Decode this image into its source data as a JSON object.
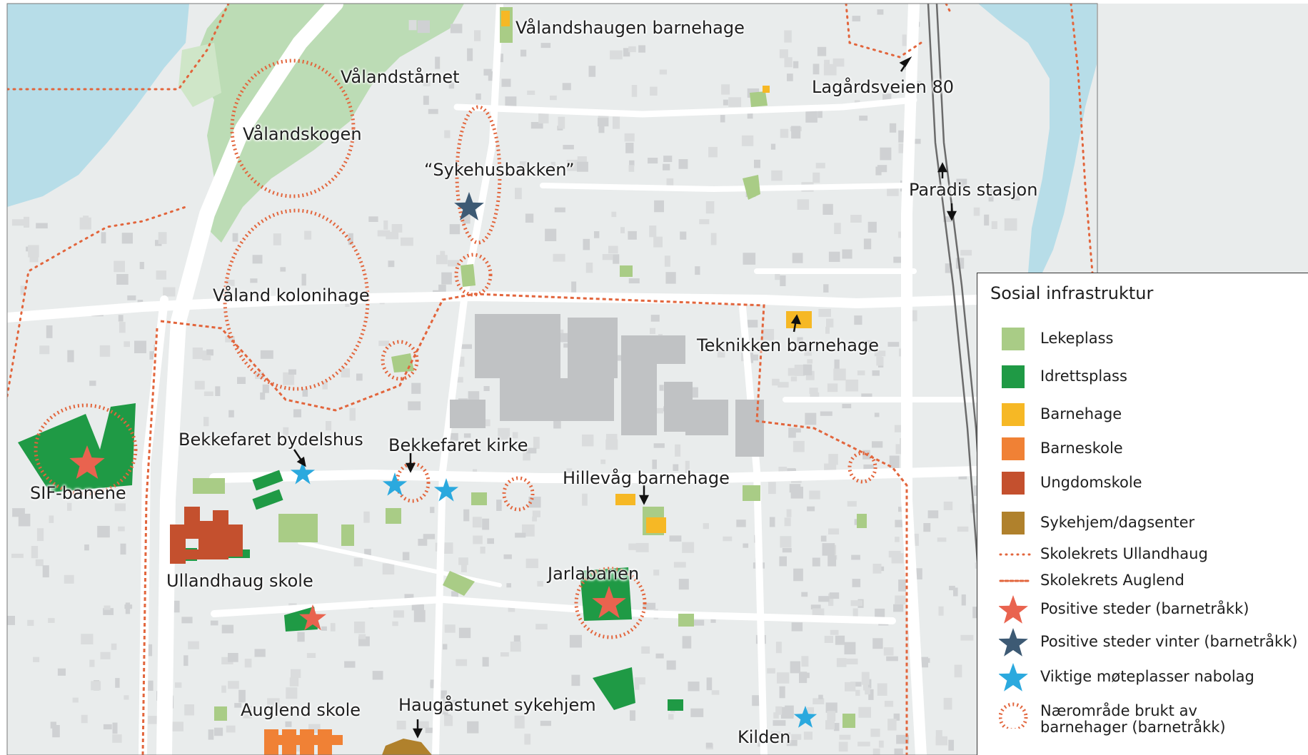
{
  "colors": {
    "water": "#b7dde8",
    "road": "#ffffff",
    "land": "#e9ecec",
    "building": "#c9cbcd",
    "lekeplass": "#a9cc86",
    "idrettsplass": "#1f9a45",
    "barnehage": "#f6b825",
    "barneskole": "#f08135",
    "ungdomskole": "#c4502e",
    "sykehjem": "#b0812c",
    "boundary": "#e2653c",
    "star_positive": "#e9634f",
    "star_winter": "#3d5a74",
    "star_meeting": "#2ba9de"
  },
  "labels": {
    "valandshaugen": "Vålandshaugen barnehage",
    "valandstarnet": "Vålandstårnet",
    "valandskogen": "Vålandskogen",
    "sykehusbakken": "“Sykehusbakken”",
    "lagardsveien": "Lagårdsveien 80",
    "paradis": "Paradis stasjon",
    "koloni": "Våland kolonihage",
    "teknikken": "Teknikken barnehage",
    "sif": "SIF-banene",
    "bydelshus": "Bekkefaret bydelshus",
    "kirke": "Bekkefaret kirke",
    "hillevag": "Hillevåg barnehage",
    "ullandhaug": "Ullandhaug skole",
    "jarlabanen": "Jarlabanen",
    "auglend": "Auglend skole",
    "haugastunet": "Haugåstunet sykehjem",
    "kilden": "Kilden"
  },
  "legend": {
    "title": "Sosial infrastruktur",
    "items": [
      {
        "label": "Lekeplass",
        "symbol": "swatch",
        "color": "#a9cc86"
      },
      {
        "label": "Idrettsplass",
        "symbol": "swatch",
        "color": "#1f9a45"
      },
      {
        "label": "Barnehage",
        "symbol": "swatch",
        "color": "#f6b825"
      },
      {
        "label": "Barneskole",
        "symbol": "swatch",
        "color": "#f08135"
      },
      {
        "label": "Ungdomskole",
        "symbol": "swatch",
        "color": "#c4502e"
      },
      {
        "label": "Sykehjem/dagsenter",
        "symbol": "swatch",
        "color": "#b0812c"
      },
      {
        "label": "Skolekrets Ullandhaug",
        "symbol": "dotted-line",
        "color": "#e2653c"
      },
      {
        "label": "Skolekrets Auglend",
        "symbol": "dashed-line",
        "color": "#e2653c"
      },
      {
        "label": "Positive steder (barnetråkk)",
        "symbol": "star",
        "color": "#e9634f"
      },
      {
        "label": "Positive steder vinter (barnetråkk)",
        "symbol": "star",
        "color": "#3d5a74"
      },
      {
        "label": "Viktige møteplasser nabolag",
        "symbol": "star",
        "color": "#2ba9de"
      },
      {
        "label": "Nærområde brukt av barnehager (barnetråkk)",
        "symbol": "dotted-circle",
        "color": "#e2653c"
      }
    ]
  }
}
